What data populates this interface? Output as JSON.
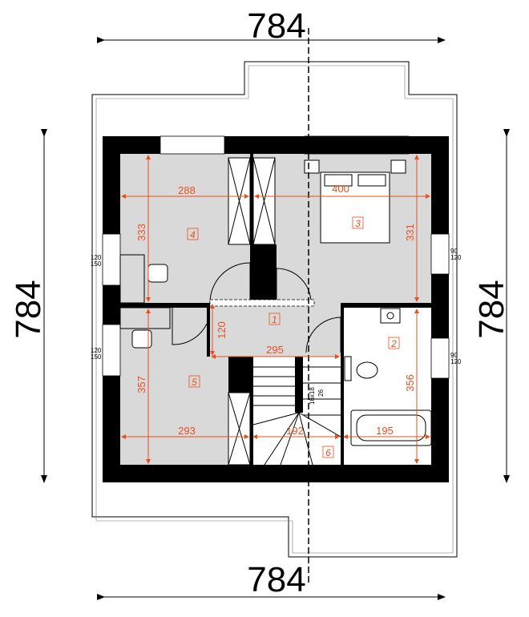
{
  "overall_dimensions": {
    "top": "784",
    "bottom": "784",
    "left": "784",
    "right": "784"
  },
  "room_dimensions": {
    "room4_width": "288",
    "room4_depth": "333",
    "room3_width": "400",
    "room3_depth": "331",
    "room1_depth": "120",
    "room1_width": "295",
    "room5_depth": "357",
    "room5_width": "293",
    "stairs_width": "192",
    "room2_width": "195",
    "room2_depth": "356"
  },
  "room_numbers": {
    "r1": "1",
    "r2": "2",
    "r3": "3",
    "r4": "4",
    "r5": "5",
    "r6": "6"
  },
  "windows": {
    "left_a": "120",
    "left_b": "150",
    "right_a": "90",
    "right_b": "120"
  },
  "stairs": {
    "steps": "16x18",
    "tread": "26"
  },
  "colors": {
    "wall": "#000000",
    "floor": "#d9d9d9",
    "dimension": "#e8501f"
  }
}
